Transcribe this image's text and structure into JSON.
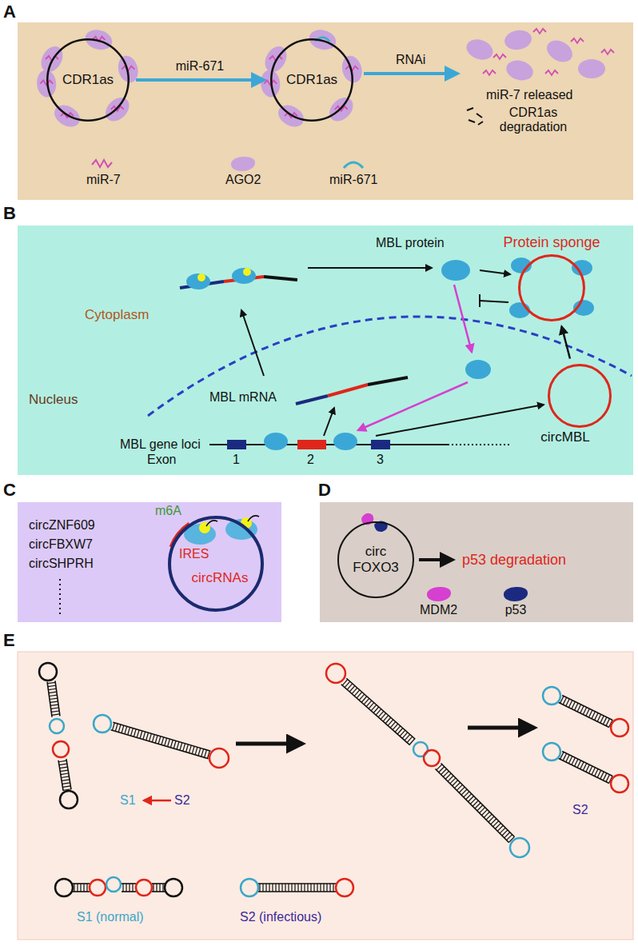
{
  "diagram": {
    "nodes": [
      {
        "text": [
          "CDR1as"
        ]
      },
      {
        "text": [
          "CDR1as"
        ]
      },
      {
        "text": [
          "Protein sponge"
        ]
      },
      {
        "text": [
          "circMBL"
        ]
      },
      {
        "text": [
          "circRNAs"
        ]
      },
      {
        "text": [
          "circ FOXO3"
        ]
      }
    ],
    "edges": [
      {
        "from": 0,
        "to": 1,
        "arrow": "to",
        "label": "miR-671"
      },
      {
        "from": 3,
        "to": 2,
        "arrow": "to"
      }
    ],
    "labels": [
      "A",
      "RNAi",
      "miR-7 released",
      "CDR1as degradation",
      "B",
      "MBL protein",
      "Cytoplasm",
      "Nucleus",
      "MBL mRNA",
      "MBL gene loci",
      "Exon",
      "1",
      "2",
      "3",
      "C",
      "circZNF609",
      "circFBXW7",
      "circSHPRH",
      "m6A",
      "IRES",
      "D",
      "p53 degradation",
      "E",
      "S1",
      "S2",
      "S2",
      "S1 (normal)",
      "S2 (infectious)"
    ],
    "legend": [
      {
        "text": "miR-7"
      },
      {
        "text": "AGO2",
        "color": "#c8a2dc"
      },
      {
        "text": "miR-671"
      },
      {
        "text": "MDM2",
        "color": "#d63fd0"
      },
      {
        "text": "p53",
        "color": "#1b2a80"
      }
    ]
  }
}
